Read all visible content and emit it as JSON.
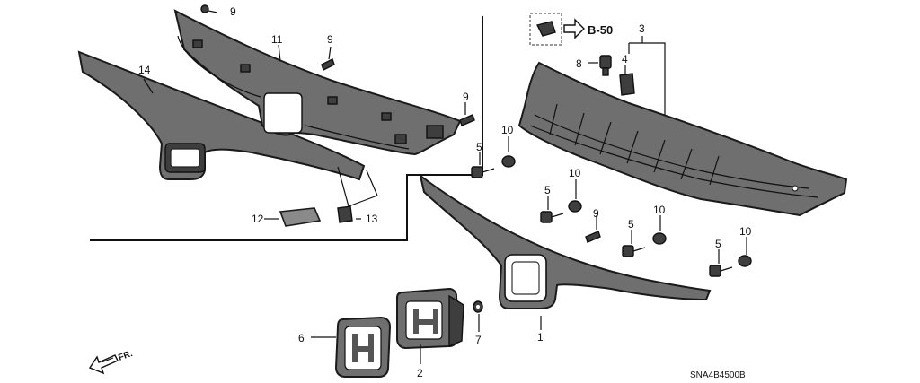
{
  "callouts": {
    "c1": "1",
    "c2": "2",
    "c3": "3",
    "c4": "4",
    "c5a": "5",
    "c5b": "5",
    "c5c": "5",
    "c5d": "5",
    "c6": "6",
    "c7": "7",
    "c8": "8",
    "c9a": "9",
    "c9b": "9",
    "c9c": "9",
    "c9d": "9",
    "c10a": "10",
    "c10b": "10",
    "c10c": "10",
    "c10d": "10",
    "c11": "11",
    "c12": "12",
    "c13": "13",
    "c14": "14"
  },
  "reference": {
    "label": "B-50"
  },
  "direction": {
    "label": "FR."
  },
  "diagram_code": "SNA4B4500B"
}
